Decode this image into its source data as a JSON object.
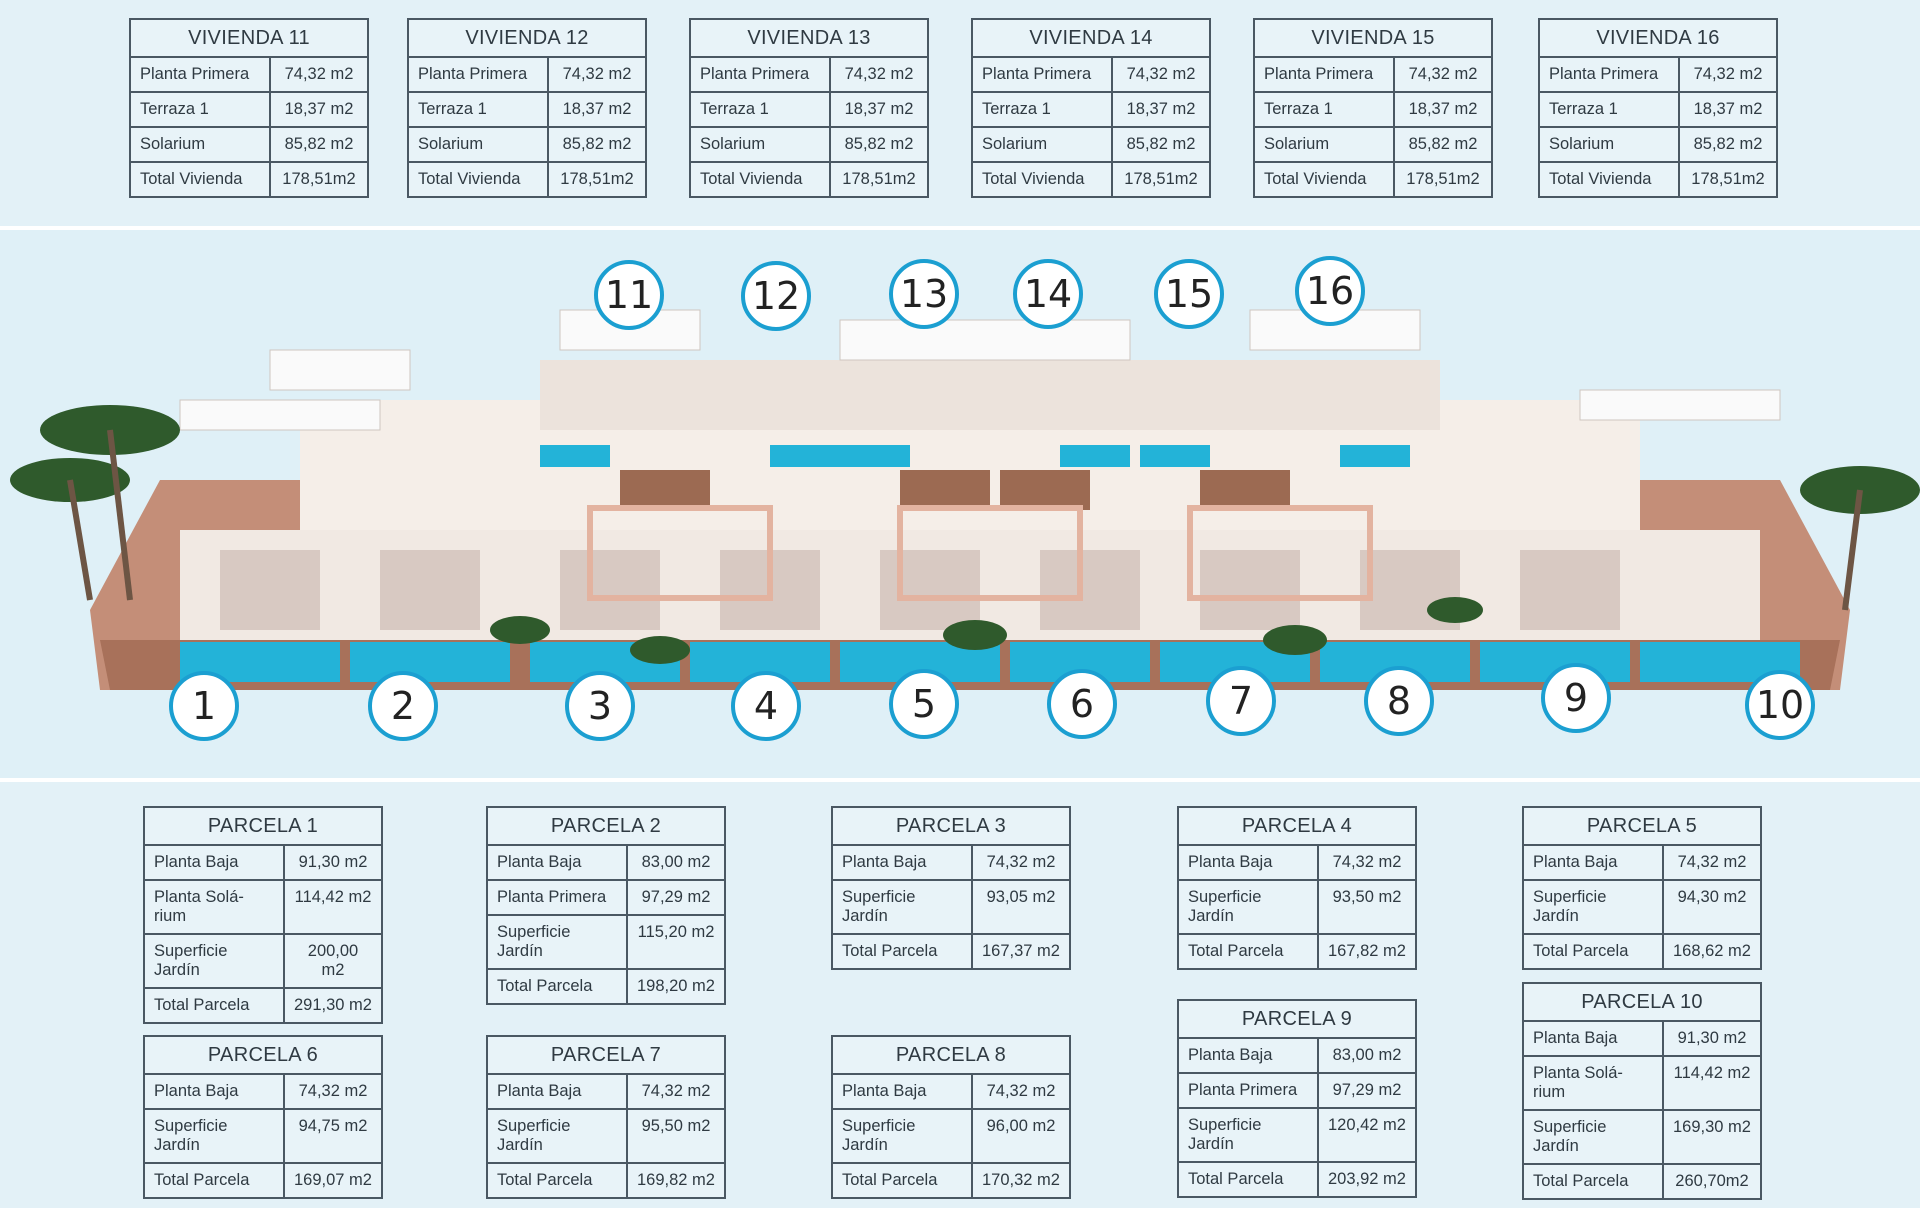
{
  "viviendas": [
    {
      "title": "VIVIENDA 11",
      "rows": [
        [
          "Planta Primera",
          "74,32 m2"
        ],
        [
          "Terraza 1",
          "18,37 m2"
        ],
        [
          "Solarium",
          "85,82 m2"
        ],
        [
          "Total Vivienda",
          "178,51m2"
        ]
      ]
    },
    {
      "title": "VIVIENDA 12",
      "rows": [
        [
          "Planta Primera",
          "74,32 m2"
        ],
        [
          "Terraza 1",
          "18,37 m2"
        ],
        [
          "Solarium",
          "85,82 m2"
        ],
        [
          "Total Vivienda",
          "178,51m2"
        ]
      ]
    },
    {
      "title": "VIVIENDA 13",
      "rows": [
        [
          "Planta Primera",
          "74,32 m2"
        ],
        [
          "Terraza 1",
          "18,37 m2"
        ],
        [
          "Solarium",
          "85,82 m2"
        ],
        [
          "Total Vivienda",
          "178,51m2"
        ]
      ]
    },
    {
      "title": "VIVIENDA 14",
      "rows": [
        [
          "Planta Primera",
          "74,32 m2"
        ],
        [
          "Terraza 1",
          "18,37 m2"
        ],
        [
          "Solarium",
          "85,82 m2"
        ],
        [
          "Total Vivienda",
          "178,51m2"
        ]
      ]
    },
    {
      "title": "VIVIENDA 15",
      "rows": [
        [
          "Planta Primera",
          "74,32 m2"
        ],
        [
          "Terraza 1",
          "18,37 m2"
        ],
        [
          "Solarium",
          "85,82 m2"
        ],
        [
          "Total Vivienda",
          "178,51m2"
        ]
      ]
    },
    {
      "title": "VIVIENDA 16",
      "rows": [
        [
          "Planta Primera",
          "74,32 m2"
        ],
        [
          "Terraza 1",
          "18,37 m2"
        ],
        [
          "Solarium",
          "85,82 m2"
        ],
        [
          "Total Vivienda",
          "178,51m2"
        ]
      ]
    }
  ],
  "parcelas": [
    {
      "title": "PARCELA 1",
      "rows": [
        [
          "Planta Baja",
          "91,30 m2"
        ],
        [
          "Planta Solá-\nrium",
          "114,42 m2\n "
        ],
        [
          "Superficie\nJardín",
          "200,00\nm2"
        ],
        [
          "Total Parcela",
          "291,30 m2"
        ]
      ]
    },
    {
      "title": "PARCELA 2",
      "rows": [
        [
          "Planta Baja",
          "83,00 m2"
        ],
        [
          "Planta Primera",
          "97,29 m2"
        ],
        [
          "Superficie\nJardín",
          "115,20 m2\n "
        ],
        [
          "Total Parcela",
          "198,20 m2"
        ]
      ]
    },
    {
      "title": "PARCELA 3",
      "rows": [
        [
          "Planta Baja",
          "74,32 m2"
        ],
        [
          "Superficie\nJardín",
          "93,05 m2\n "
        ],
        [
          "Total Parcela",
          "167,37 m2"
        ]
      ]
    },
    {
      "title": "PARCELA 4",
      "rows": [
        [
          "Planta Baja",
          "74,32 m2"
        ],
        [
          "Superficie\nJardín",
          "93,50 m2\n "
        ],
        [
          "Total Parcela",
          "167,82 m2"
        ]
      ]
    },
    {
      "title": "PARCELA 5",
      "rows": [
        [
          "Planta Baja",
          "74,32 m2"
        ],
        [
          "Superficie\nJardín",
          "94,30 m2\n "
        ],
        [
          "Total Parcela",
          "168,62 m2"
        ]
      ]
    },
    {
      "title": "PARCELA 6",
      "rows": [
        [
          "Planta Baja",
          "74,32 m2"
        ],
        [
          "Superficie\nJardín",
          "94,75 m2\n "
        ],
        [
          "Total Parcela",
          "169,07 m2"
        ]
      ]
    },
    {
      "title": "PARCELA 7",
      "rows": [
        [
          "Planta Baja",
          "74,32 m2"
        ],
        [
          "Superficie\nJardín",
          "95,50 m2\n "
        ],
        [
          "Total Parcela",
          "169,82 m2"
        ]
      ]
    },
    {
      "title": "PARCELA 8",
      "rows": [
        [
          "Planta Baja",
          "74,32 m2"
        ],
        [
          "Superficie\nJardín",
          "96,00 m2\n "
        ],
        [
          "Total Parcela",
          "170,32 m2"
        ]
      ]
    },
    {
      "title": "PARCELA 9",
      "rows": [
        [
          "Planta Baja",
          "83,00 m2"
        ],
        [
          "Planta Primera",
          "97,29 m2"
        ],
        [
          "Superficie\nJardín",
          "120,42 m2\n "
        ],
        [
          "Total Parcela",
          "203,92 m2"
        ]
      ]
    },
    {
      "title": "PARCELA 10",
      "rows": [
        [
          "Planta Baja",
          "91,30 m2"
        ],
        [
          "Planta Solá-\nrium",
          "114,42 m2\n "
        ],
        [
          "Superficie\nJardín",
          "169,30 m2\n "
        ],
        [
          "Total Parcela",
          "260,70m2"
        ]
      ]
    }
  ],
  "markers_upper": [
    "11",
    "12",
    "13",
    "14",
    "15",
    "16"
  ],
  "markers_lower": [
    "1",
    "2",
    "3",
    "4",
    "5",
    "6",
    "7",
    "8",
    "9",
    "10"
  ],
  "colors": {
    "marker_ring": "#1b9fd1",
    "pool": "#23b3d8",
    "deck": "#a8715a",
    "wall": "#f3ece6"
  }
}
